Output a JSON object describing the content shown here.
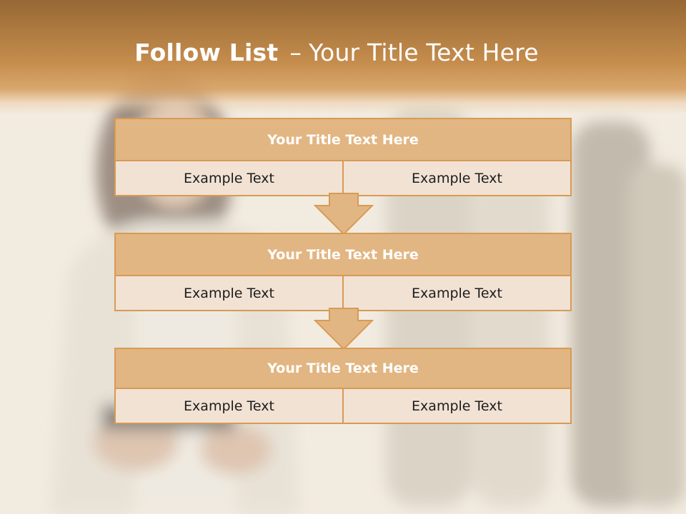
{
  "slide": {
    "title_bold": "Follow List",
    "title_dash": "–",
    "title_rest": "Your Title Text Here"
  },
  "steps": [
    {
      "title": "Your Title Text Here",
      "cells": [
        "Example Text",
        "Example Text"
      ]
    },
    {
      "title": "Your Title Text Here",
      "cells": [
        "Example Text",
        "Example Text"
      ]
    },
    {
      "title": "Your Title Text Here",
      "cells": [
        "Example Text",
        "Example Text"
      ]
    }
  ],
  "colors": {
    "header": "#c48a48",
    "box_border": "#d89a55",
    "box_title_fill": "#e2b682",
    "box_cell_fill": "#f1e2d4",
    "arrow_fill": "#e2b682"
  },
  "icons": [
    "down-arrow-icon",
    "down-arrow-icon"
  ]
}
